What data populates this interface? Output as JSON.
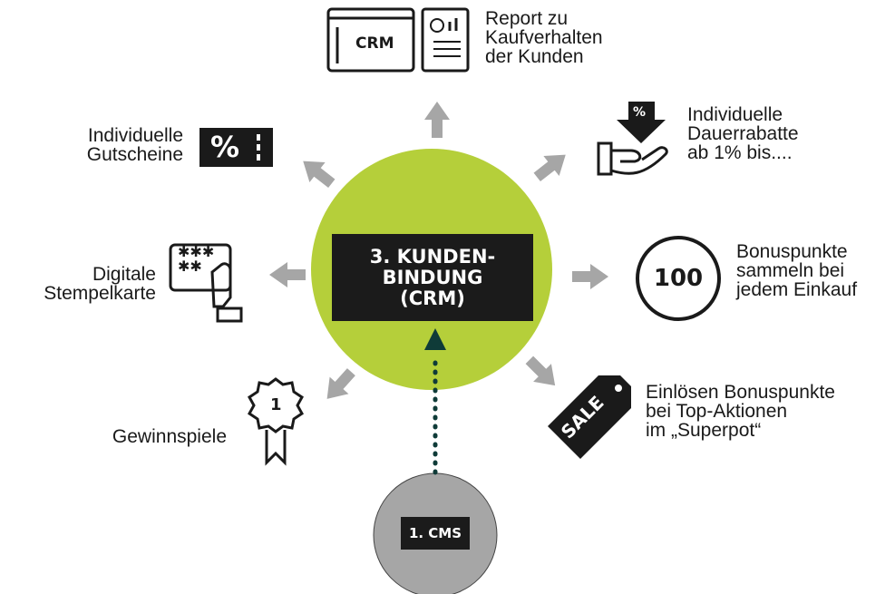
{
  "center": {
    "line1": "3. KUNDEN-",
    "line2": "BINDUNG",
    "line3": "(CRM)"
  },
  "source": {
    "label": "1. CMS"
  },
  "items": {
    "report": {
      "line1": "Report zu",
      "line2": "Kaufverhalten",
      "line3": "der Kunden",
      "icon": "crm-report-icon",
      "icon_text": "CRM"
    },
    "dauerrabatte": {
      "line1": "Individuelle",
      "line2": "Dauerrabatte",
      "line3": "ab 1% bis....",
      "icon": "discount-hand-icon"
    },
    "gutscheine": {
      "line1": "Individuelle",
      "line2": "Gutscheine",
      "icon": "voucher-icon",
      "icon_text": "%"
    },
    "stempelkarte": {
      "line1": "Digitale",
      "line2": "Stempelkarte",
      "icon": "stamp-card-icon"
    },
    "bonuspunkte": {
      "line1": "Bonuspunkte",
      "line2": "sammeln bei",
      "line3": "jedem Einkauf",
      "icon": "points-circle-icon",
      "icon_text": "100"
    },
    "gewinnspiele": {
      "line1": "Gewinnspiele",
      "icon": "award-badge-icon",
      "icon_text": "1"
    },
    "einloesen": {
      "line1": "Einlösen Bonuspunkte",
      "line2": "bei Top-Aktionen",
      "line3": "im „Superpot“",
      "icon": "sale-tag-icon",
      "icon_text": "SALE"
    }
  },
  "colors": {
    "hub": "#b5cf3a",
    "arrow": "#a6a6a6",
    "source": "#a6a6a6",
    "dotted": "#0f3b38",
    "box": "#1b1b1b"
  }
}
